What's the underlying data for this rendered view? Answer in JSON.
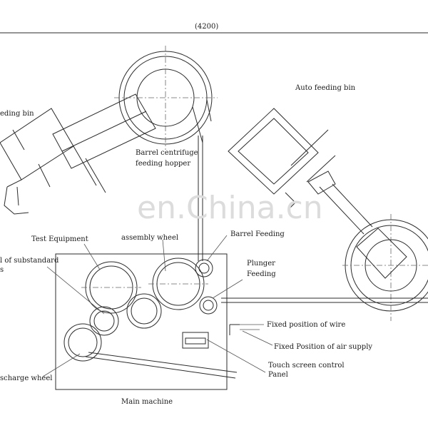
{
  "dimension": "(4200)",
  "watermark": "en.China.cn",
  "labels": {
    "feeding_bin_left": "eding bin",
    "auto_feeding_bin": "Auto feeding bin",
    "barrel_centrifuge_1": "Barrel centrifuge",
    "barrel_centrifuge_2": "feeding hopper",
    "test_equipment": "Test Equipment",
    "assembly_wheel": "assembly wheel",
    "barrel_feeding": "Barrel Feeding",
    "substandard_1": "l of substandard",
    "substandard_2": "s",
    "plunger_1": "Plunger",
    "plunger_2": "Feeding",
    "fixed_wire": "Fixed position of wire",
    "fixed_air": "Fixed Position of air supply",
    "touch_screen_1": "Touch screen control",
    "touch_screen_2": "Panel",
    "discharge_wheel": "scharge wheel",
    "main_machine": "Main machine"
  }
}
